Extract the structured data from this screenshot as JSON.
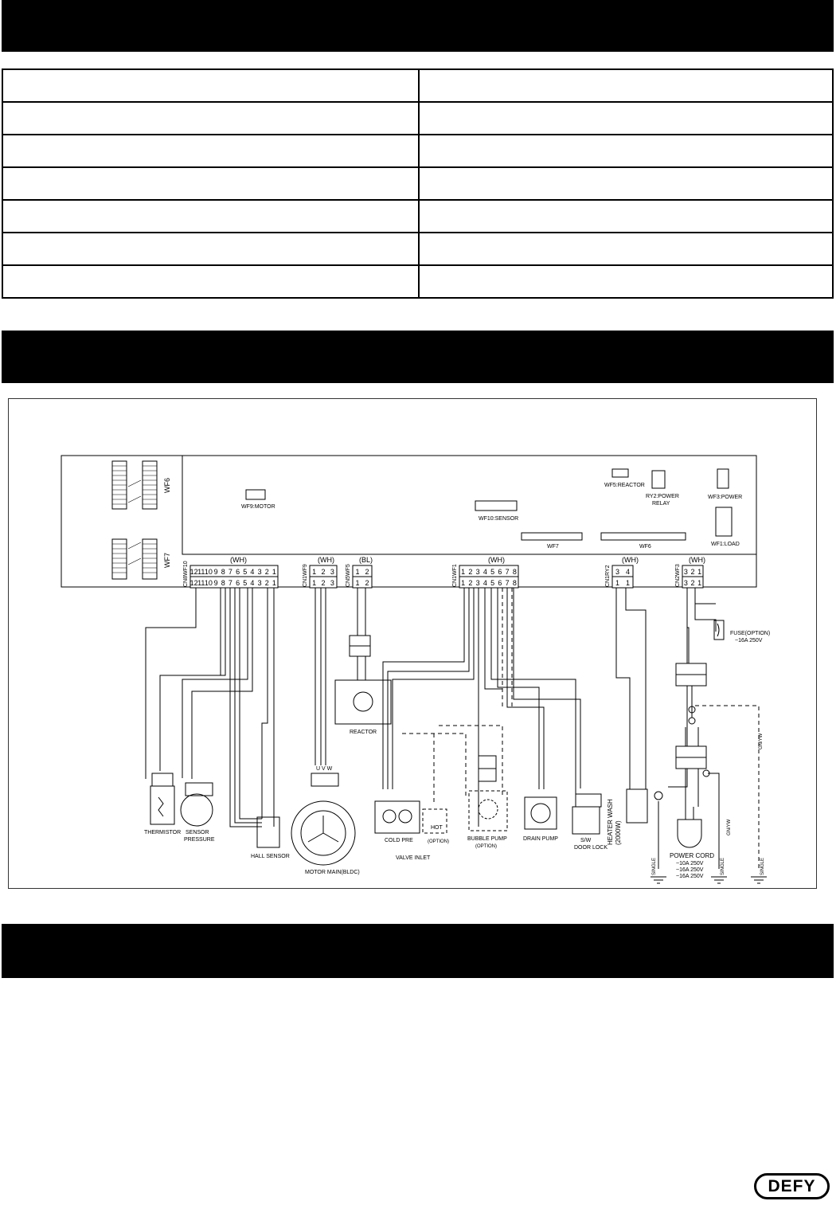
{
  "spec_table": {
    "rows": [
      [
        "",
        ""
      ],
      [
        "",
        ""
      ],
      [
        "",
        ""
      ],
      [
        "",
        ""
      ],
      [
        "",
        ""
      ],
      [
        "",
        ""
      ],
      [
        "",
        ""
      ]
    ]
  },
  "pcb": {
    "wf6": "WF6",
    "wf7": "WF7",
    "wf9_motor": "WF9:MOTOR",
    "wf10_sensor": "WF10:SENSOR",
    "wf5_reactor": "WF5:REACTOR",
    "ry2_power": "RY2:POWER",
    "relay": "RELAY",
    "wf3_power": "WF3:POWER",
    "wf1_load": "WF1:LOAD",
    "wf7_strip": "WF7",
    "wf6_strip": "WF6"
  },
  "connectors": [
    {
      "color": "(WH)",
      "board": "WF10",
      "harness": "CN8",
      "pins": [
        "12",
        "11",
        "10",
        "9",
        "8",
        "7",
        "6",
        "5",
        "4",
        "3",
        "2",
        "1"
      ]
    },
    {
      "color": "(WH)",
      "board": "WF9",
      "harness": "CN1",
      "pins": [
        "1",
        "2",
        "3"
      ]
    },
    {
      "color": "(BL)",
      "board": "WF5",
      "harness": "CN5",
      "pins": [
        "1",
        "2"
      ]
    },
    {
      "color": "(WH)",
      "board": "WF1",
      "harness": "CN1",
      "pins": [
        "1",
        "2",
        "3",
        "4",
        "5",
        "6",
        "7",
        "8"
      ]
    },
    {
      "color": "(WH)",
      "board": "RY2",
      "harness": "CN1",
      "pins": [
        "3",
        "4"
      ],
      "pins_bottom": [
        "1",
        "1"
      ]
    },
    {
      "color": "(WH)",
      "board": "WF3",
      "harness": "CN2",
      "pins": [
        "3",
        "2",
        "1"
      ]
    }
  ],
  "components": {
    "reactor": "REACTOR",
    "thermistor": "THERMISTOR",
    "sensor_pressure_1": "SENSOR",
    "sensor_pressure_2": "PRESSURE",
    "hall_sensor": "HALL SENSOR",
    "motor_main": "MOTOR MAIN(BLDC)",
    "motor_pins": "U V W",
    "valve_inlet": "VALVE INLET",
    "cold_pre": "COLD PRE",
    "hot": "HOT",
    "option": "(OPTION)",
    "bubble_pump": "BUBBLE PUMP",
    "drain_pump": "DRAIN PUMP",
    "sw": "S/W",
    "door_lock": "DOOR LOCK",
    "heater_wash_1": "HEATER WASH",
    "heater_wash_2": "(2000W)",
    "fuse_option": "FUSE(OPTION)",
    "fuse_rating": "~16A 250V",
    "power_cord": "POWER CORD",
    "power_cord_r1": "~10A 250V",
    "power_cord_r2": "~16A 250V",
    "power_cord_r3": "~16A 250V",
    "single": "SINGLE",
    "gn_yw": "GN/YW"
  },
  "logo": {
    "text": "DEFY"
  }
}
